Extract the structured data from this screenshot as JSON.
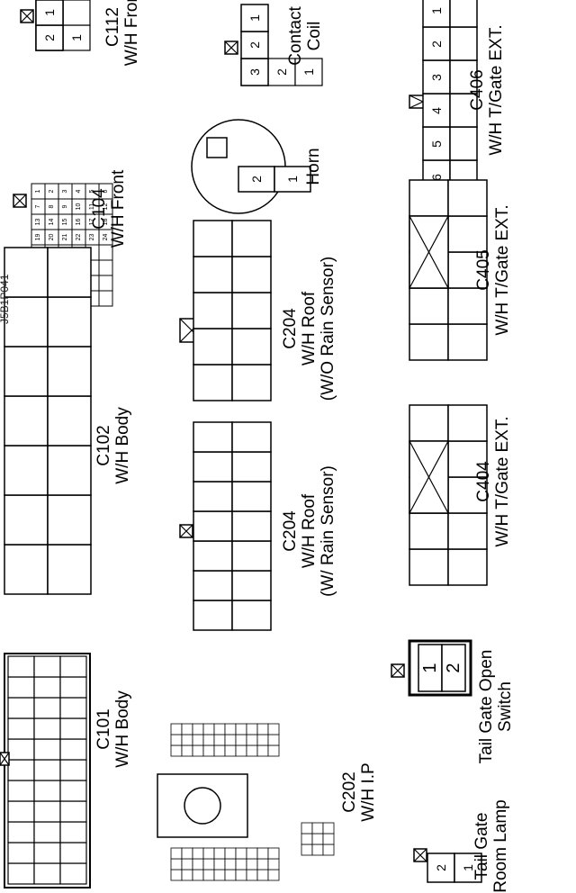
{
  "doc_code": "J5B1P041",
  "labels": {
    "c112": [
      "C112",
      "W/H Front"
    ],
    "contact": [
      "Contact",
      "Coil"
    ],
    "c406": [
      "C406",
      "W/H T/Gate EXT."
    ],
    "c104": [
      "C104",
      "W/H Front"
    ],
    "horn": [
      "Horn"
    ],
    "c204a": [
      "C204",
      "W/H Roof",
      "(W/O Rain Sensor)"
    ],
    "c405": [
      "C405",
      "W/H T/Gate EXT."
    ],
    "c102": [
      "C102",
      "W/H Body"
    ],
    "c204b": [
      "C204",
      "W/H Roof",
      "(W/ Rain Sensor)"
    ],
    "c404": [
      "C404",
      "W/H T/Gate EXT."
    ],
    "c101": [
      "C101",
      "W/H Body"
    ],
    "tgswitch": [
      "Tail Gate Open",
      "Switch"
    ],
    "c202": [
      "C202",
      "W/H I.P"
    ],
    "tglamp": [
      "Tail Gate",
      "Room Lamp"
    ]
  },
  "pins": {
    "c112": [
      "1",
      "2"
    ],
    "contact": [
      "1",
      "2",
      "3"
    ],
    "c406": [
      "1",
      "2",
      "3",
      "4",
      "5",
      "6"
    ],
    "horn": [
      "1",
      "2"
    ],
    "tglamp": [
      "1",
      "2"
    ],
    "tgswitch": [
      "2",
      "1"
    ]
  }
}
